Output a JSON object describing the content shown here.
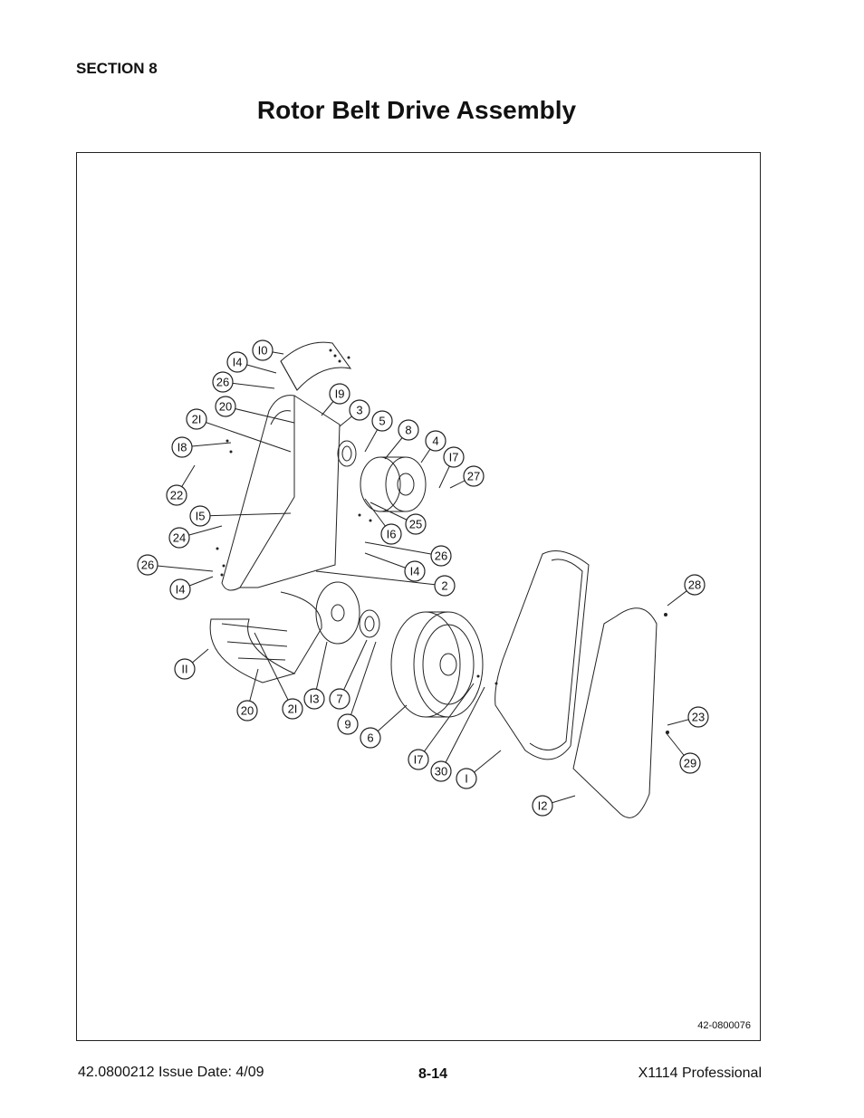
{
  "header": {
    "section": "SECTION 8",
    "title": "Rotor Belt Drive Assembly"
  },
  "figure": {
    "code": "42-0800076",
    "callouts": [
      {
        "label": "I0"
      },
      {
        "label": "I4"
      },
      {
        "label": "26"
      },
      {
        "label": "I9"
      },
      {
        "label": "20"
      },
      {
        "label": "3"
      },
      {
        "label": "2I"
      },
      {
        "label": "5"
      },
      {
        "label": "8"
      },
      {
        "label": "I8"
      },
      {
        "label": "4"
      },
      {
        "label": "I7"
      },
      {
        "label": "27"
      },
      {
        "label": "22"
      },
      {
        "label": "I5"
      },
      {
        "label": "25"
      },
      {
        "label": "24"
      },
      {
        "label": "I6"
      },
      {
        "label": "26"
      },
      {
        "label": "26"
      },
      {
        "label": "I4"
      },
      {
        "label": "I4"
      },
      {
        "label": "2"
      },
      {
        "label": "28"
      },
      {
        "label": "II"
      },
      {
        "label": "I3"
      },
      {
        "label": "7"
      },
      {
        "label": "20"
      },
      {
        "label": "2I"
      },
      {
        "label": "23"
      },
      {
        "label": "9"
      },
      {
        "label": "6"
      },
      {
        "label": "29"
      },
      {
        "label": "I7"
      },
      {
        "label": "30"
      },
      {
        "label": "I"
      },
      {
        "label": "I2"
      }
    ]
  },
  "footer": {
    "left": "42.0800212  Issue Date: 4/09",
    "center": "8-14",
    "right": "X1114 Professional"
  }
}
